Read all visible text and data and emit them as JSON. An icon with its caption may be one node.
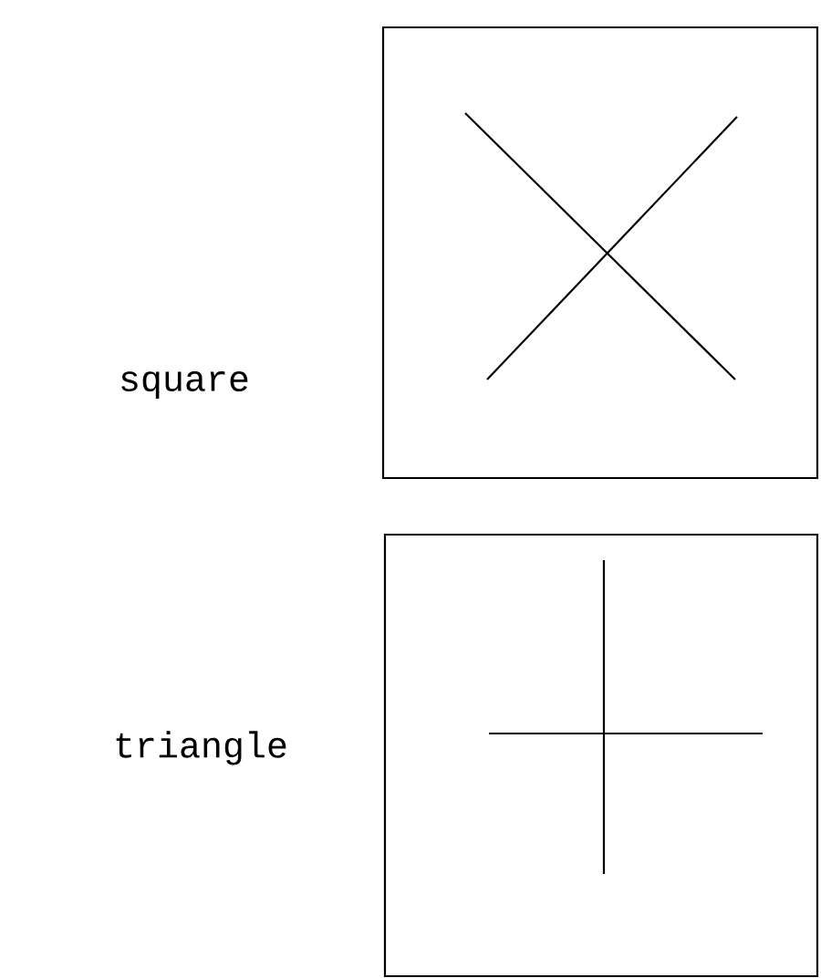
{
  "diagram": {
    "nodes": [
      {
        "text": [],
        "shape": "box",
        "beside": [
          "square"
        ]
      },
      {
        "text": [],
        "shape": "box",
        "beside": [
          "triangle"
        ]
      }
    ]
  }
}
